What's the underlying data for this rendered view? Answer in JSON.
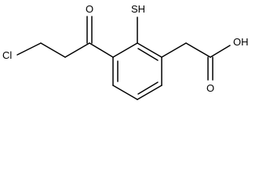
{
  "molecule": {
    "labels": {
      "chlorine": "Cl",
      "ketone_oxygen": "O",
      "thiol": "SH",
      "acid_oxygen_double": "O",
      "acid_hydroxyl": "OH"
    }
  }
}
